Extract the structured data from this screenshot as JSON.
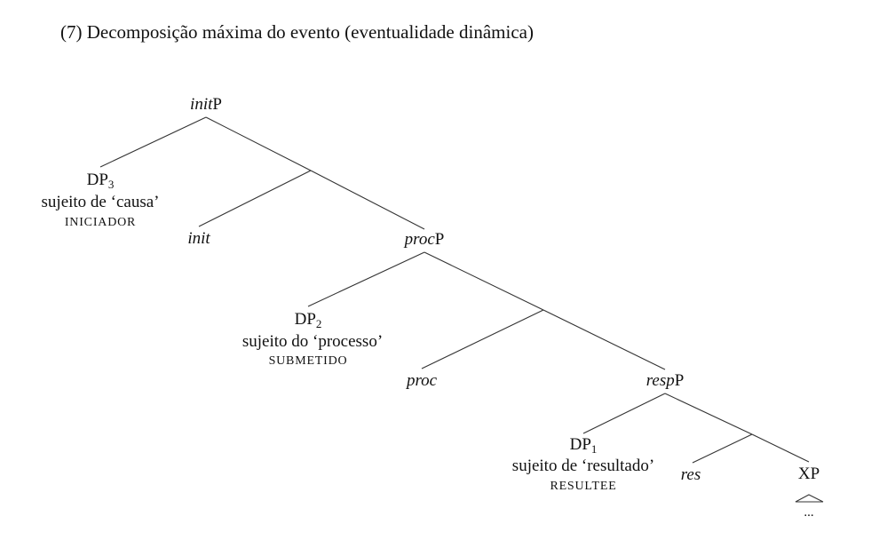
{
  "caption": "(7) Decomposição máxima do evento (eventualidade dinâmica)",
  "tree": {
    "initP": {
      "head": "init",
      "suffix": "P"
    },
    "dp3": {
      "base": "DP",
      "index": "3",
      "gloss": "sujeito de ‘causa’",
      "role": "INICIADOR"
    },
    "init": {
      "label": "init"
    },
    "procP": {
      "head": "proc",
      "suffix": "P"
    },
    "dp2": {
      "base": "DP",
      "index": "2",
      "gloss": "sujeito do ‘processo’",
      "role": "SUBMETIDO"
    },
    "proc": {
      "label": "proc"
    },
    "respP": {
      "head": "resp",
      "suffix": "P"
    },
    "dp1": {
      "base": "DP",
      "index": "1",
      "gloss": "sujeito de ‘resultado’",
      "role": "RESULTEE"
    },
    "res": {
      "label": "res"
    },
    "xp": {
      "label": "XP",
      "content": "..."
    }
  }
}
